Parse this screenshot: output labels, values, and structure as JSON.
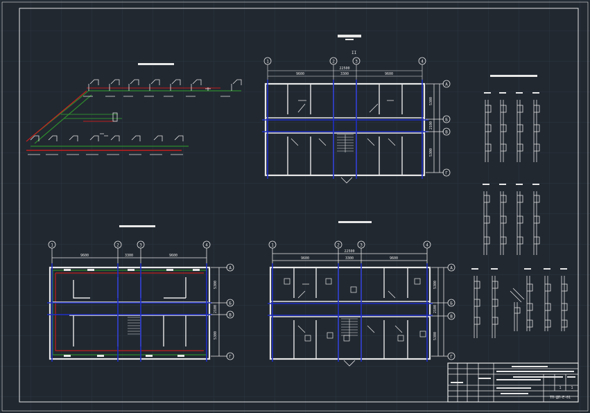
{
  "colors": {
    "background": "#212830",
    "grid": "#2c3440",
    "frame": "#e8e8e8",
    "wall": "#e8e8e8",
    "axis": "#1f2fc8",
    "pipe_supply": "#2e8b2e",
    "pipe_return": "#c41e1e",
    "text": "#e6e6e6"
  },
  "plan_top": {
    "axis_bubbles": [
      "1",
      "2",
      "3",
      "4"
    ],
    "row_bubbles": [
      "А",
      "Б",
      "В",
      "Г"
    ],
    "overall_dim": "22500",
    "dims": [
      "9600",
      "3300",
      "9600"
    ],
    "row_dims": [
      "5300",
      "2100",
      "5300"
    ]
  },
  "plan_bottom_left": {
    "axis_bubbles": [
      "1",
      "2",
      "3",
      "4"
    ],
    "row_bubbles": [
      "А",
      "Б",
      "В",
      "Г"
    ],
    "dims": [
      "9600",
      "3300",
      "9600"
    ],
    "row_dims": [
      "5300",
      "2100",
      "5300"
    ]
  },
  "plan_bottom_right": {
    "axis_bubbles": [
      "1",
      "2",
      "3",
      "4"
    ],
    "row_bubbles": [
      "А",
      "Б",
      "В",
      "Г"
    ],
    "overall_dim": "22500",
    "dims": [
      "9600",
      "3300",
      "9600"
    ],
    "row_dims": [
      "5300",
      "2100",
      "5300"
    ]
  },
  "title_block": {
    "sheet_numbers": [
      "1",
      "1"
    ],
    "code": "ТП-ДП-Е-01"
  }
}
